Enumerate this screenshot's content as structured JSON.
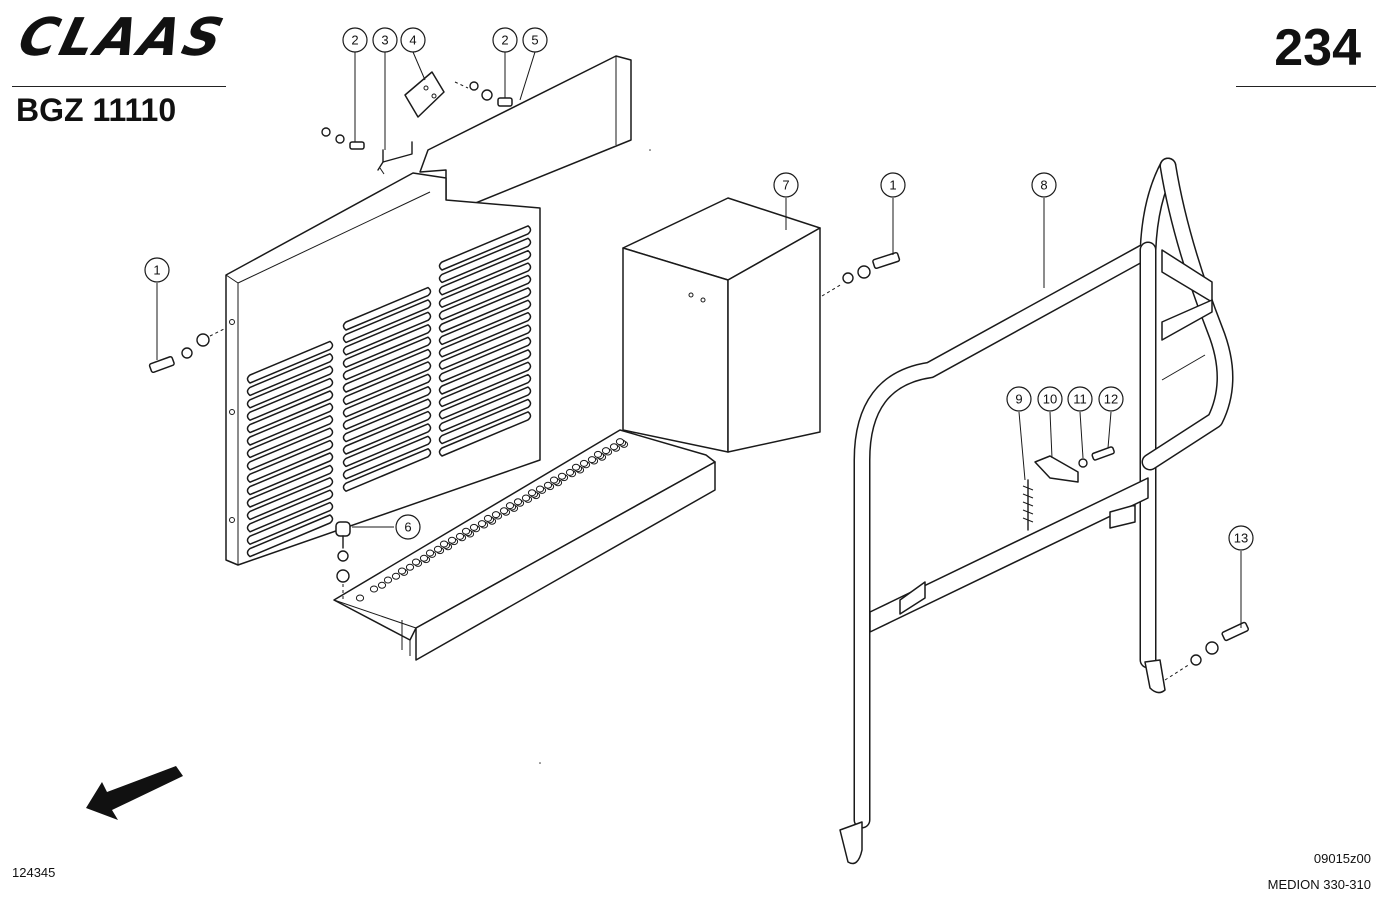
{
  "header": {
    "brand": "CLAAS",
    "model_code": "BGZ 11110",
    "page_number": "234"
  },
  "footer": {
    "drawing_number": "124345",
    "diagram_code": "09015z00",
    "machine_model": "MEDION 330-310"
  },
  "callouts": [
    {
      "id": "c1a",
      "label": "1"
    },
    {
      "id": "c2a",
      "label": "2"
    },
    {
      "id": "c3",
      "label": "3"
    },
    {
      "id": "c4",
      "label": "4"
    },
    {
      "id": "c2b",
      "label": "2"
    },
    {
      "id": "c5",
      "label": "5"
    },
    {
      "id": "c6",
      "label": "6"
    },
    {
      "id": "c7",
      "label": "7"
    },
    {
      "id": "c1b",
      "label": "1"
    },
    {
      "id": "c8",
      "label": "8"
    },
    {
      "id": "c9",
      "label": "9"
    },
    {
      "id": "c10",
      "label": "10"
    },
    {
      "id": "c11",
      "label": "11"
    },
    {
      "id": "c12",
      "label": "12"
    },
    {
      "id": "c13",
      "label": "13"
    }
  ]
}
